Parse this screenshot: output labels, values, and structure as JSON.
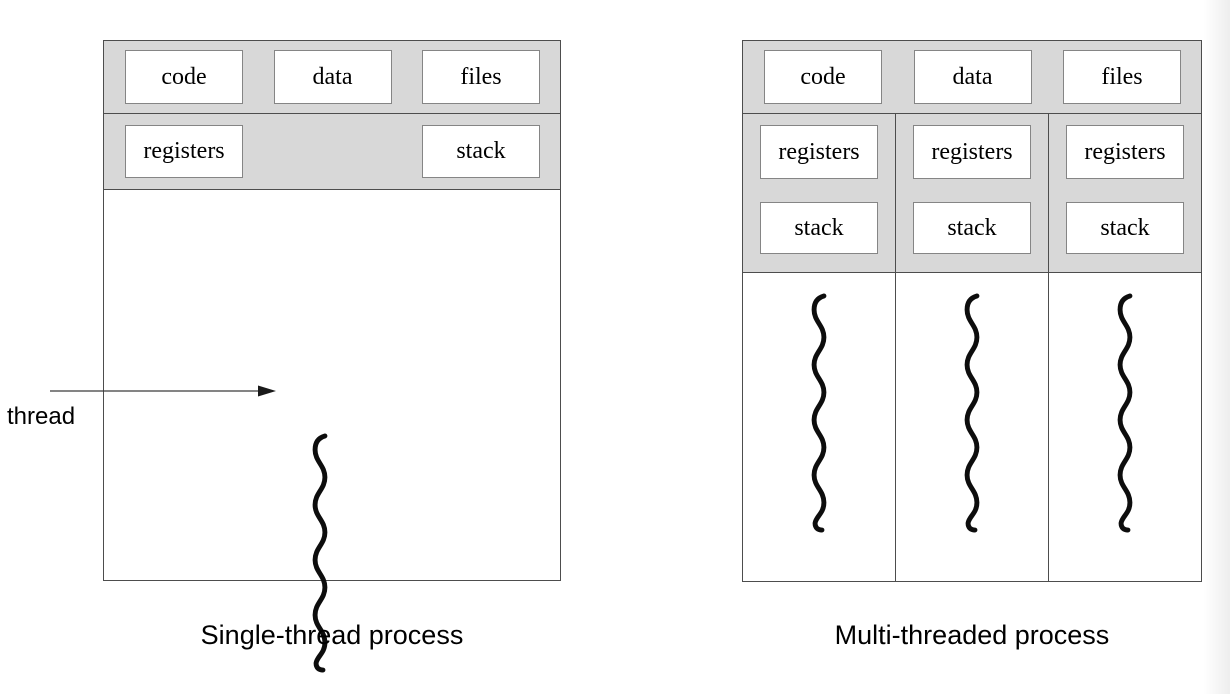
{
  "figure": {
    "left_panel": {
      "caption": "Single-thread process",
      "top_row": [
        "code",
        "data",
        "files"
      ],
      "context_row": [
        "registers",
        "stack"
      ],
      "thread_pointer_label": "thread",
      "thread_count": 1
    },
    "right_panel": {
      "caption": "Multi-threaded process",
      "top_row": [
        "code",
        "data",
        "files"
      ],
      "columns": [
        {
          "context_boxes": [
            "registers",
            "stack"
          ]
        },
        {
          "context_boxes": [
            "registers",
            "stack"
          ]
        },
        {
          "context_boxes": [
            "registers",
            "stack"
          ]
        }
      ],
      "thread_count": 3
    },
    "icons": {
      "thread_icon": "vertical-squiggle",
      "pointer_icon": "right-arrow"
    },
    "colors": {
      "section_fill": "#d8d8d8",
      "outline": "#4d4d4d",
      "box_border": "#858585",
      "ink": "#000000",
      "page_background": "#ffffff"
    }
  }
}
